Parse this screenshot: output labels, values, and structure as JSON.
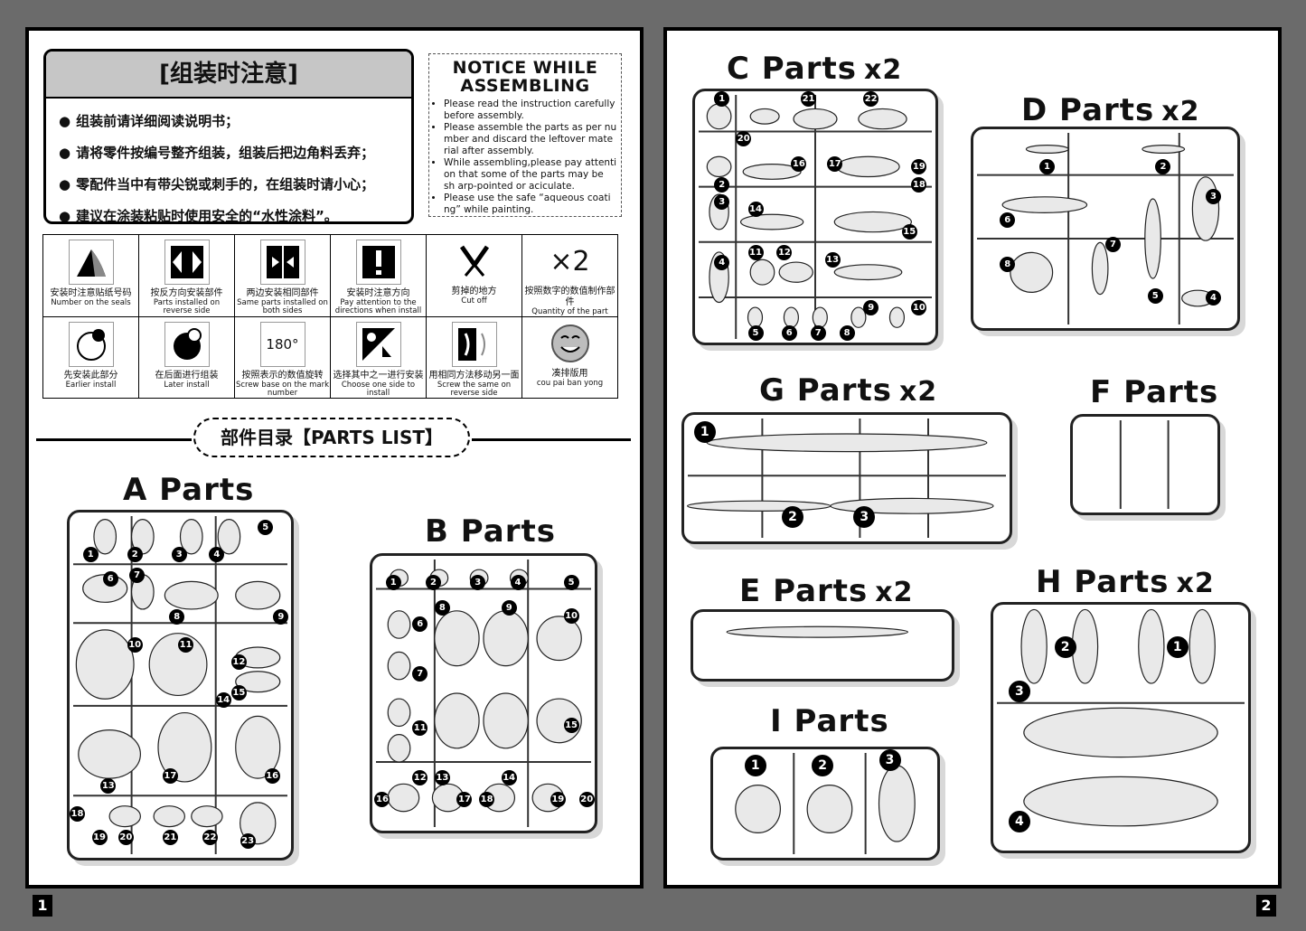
{
  "page_numbers": {
    "left": "1",
    "right": "2"
  },
  "notice_cn": {
    "title": "[组装时注意]",
    "items": [
      "组装前请详细阅读说明书；",
      "请将零件按编号整齐组装，组装后把边角料丢弃；",
      "零配件当中有带尖锐或刺手的，在组装时请小心；",
      "建议在涂装粘贴时使用安全的“水性涂料”。"
    ]
  },
  "notice_en": {
    "title_line1": "NOTICE WHILE",
    "title_line2": "ASSEMBLING",
    "items": [
      "Please read the instruction carefully before assembly.",
      "Please assemble the parts as per nu mber and discard the leftover mate rial after assembly.",
      "While assembling,please pay attenti on that some of the parts may be sh arp-pointed or aciculate.",
      "Please use the safe “aqueous coati ng” while painting."
    ]
  },
  "icons": [
    {
      "icon": "seal-number-icon",
      "cn": "安装时注意贴纸号码",
      "en": "Number on the seals"
    },
    {
      "icon": "reverse-side-icon",
      "cn": "按反方向安装部件",
      "en": "Parts installed on reverse side"
    },
    {
      "icon": "both-sides-icon",
      "cn": "两边安装相同部件",
      "en": "Same parts installed on both sides"
    },
    {
      "icon": "exclamation-icon",
      "cn": "安装时注意方向",
      "en": "Pay attention to the directions when install"
    },
    {
      "icon": "nipper-icon",
      "cn": "剪掉的地方",
      "en": "Cut off"
    },
    {
      "icon": "quantity-x2-icon",
      "cn": "按照数字的数值制作部件",
      "en": "Quantity of the part",
      "glyph": "×2"
    },
    {
      "icon": "earlier-install-icon",
      "cn": "先安装此部分",
      "en": "Earlier install"
    },
    {
      "icon": "later-install-icon",
      "cn": "在后面进行组装",
      "en": "Later install"
    },
    {
      "icon": "rotate-180-icon",
      "cn": "按照表示的数值旋转",
      "en": "Screw base on the mark number",
      "glyph": "180°"
    },
    {
      "icon": "choose-one-icon",
      "cn": "选择其中之一进行安装",
      "en": "Choose one side to install"
    },
    {
      "icon": "screw-same-icon",
      "cn": "用相同方法移动另一面",
      "en": "Screw the same on reverse side"
    },
    {
      "icon": "smiley-icon",
      "cn": "凑排版用",
      "en": "cou pai ban yong"
    }
  ],
  "parts_list_label": "部件目录【PARTS  LIST】",
  "parts": {
    "A": {
      "title": "A  Parts",
      "qty": "",
      "numbers": [
        "1",
        "2",
        "3",
        "4",
        "5",
        "6",
        "7",
        "8",
        "9",
        "10",
        "11",
        "12",
        "13",
        "14",
        "15",
        "16",
        "17",
        "18",
        "19",
        "20",
        "21",
        "22",
        "23"
      ]
    },
    "B": {
      "title": "B  Parts",
      "qty": "",
      "numbers": [
        "1",
        "2",
        "3",
        "4",
        "5",
        "6",
        "7",
        "8",
        "9",
        "10",
        "11",
        "12",
        "13",
        "14",
        "15",
        "16",
        "17",
        "18",
        "19",
        "20"
      ]
    },
    "C": {
      "title": "C  Parts",
      "qty": "x2",
      "numbers": [
        "1",
        "2",
        "3",
        "4",
        "5",
        "6",
        "7",
        "8",
        "9",
        "10",
        "11",
        "12",
        "13",
        "14",
        "15",
        "16",
        "17",
        "18",
        "19",
        "20",
        "21",
        "22"
      ]
    },
    "D": {
      "title": "D  Parts",
      "qty": "x2",
      "numbers": [
        "1",
        "2",
        "3",
        "4",
        "5",
        "6",
        "7",
        "8"
      ]
    },
    "G": {
      "title": "G  Parts",
      "qty": "x2",
      "numbers": [
        "1",
        "2",
        "3"
      ]
    },
    "F": {
      "title": "F  Parts",
      "qty": "",
      "numbers": []
    },
    "E": {
      "title": "E  Parts",
      "qty": "x2",
      "numbers": []
    },
    "H": {
      "title": "H  Parts",
      "qty": "x2",
      "numbers": [
        "2",
        "1",
        "3",
        "4"
      ]
    },
    "I": {
      "title": "I  Parts",
      "qty": "",
      "numbers": [
        "1",
        "2",
        "3"
      ]
    }
  }
}
